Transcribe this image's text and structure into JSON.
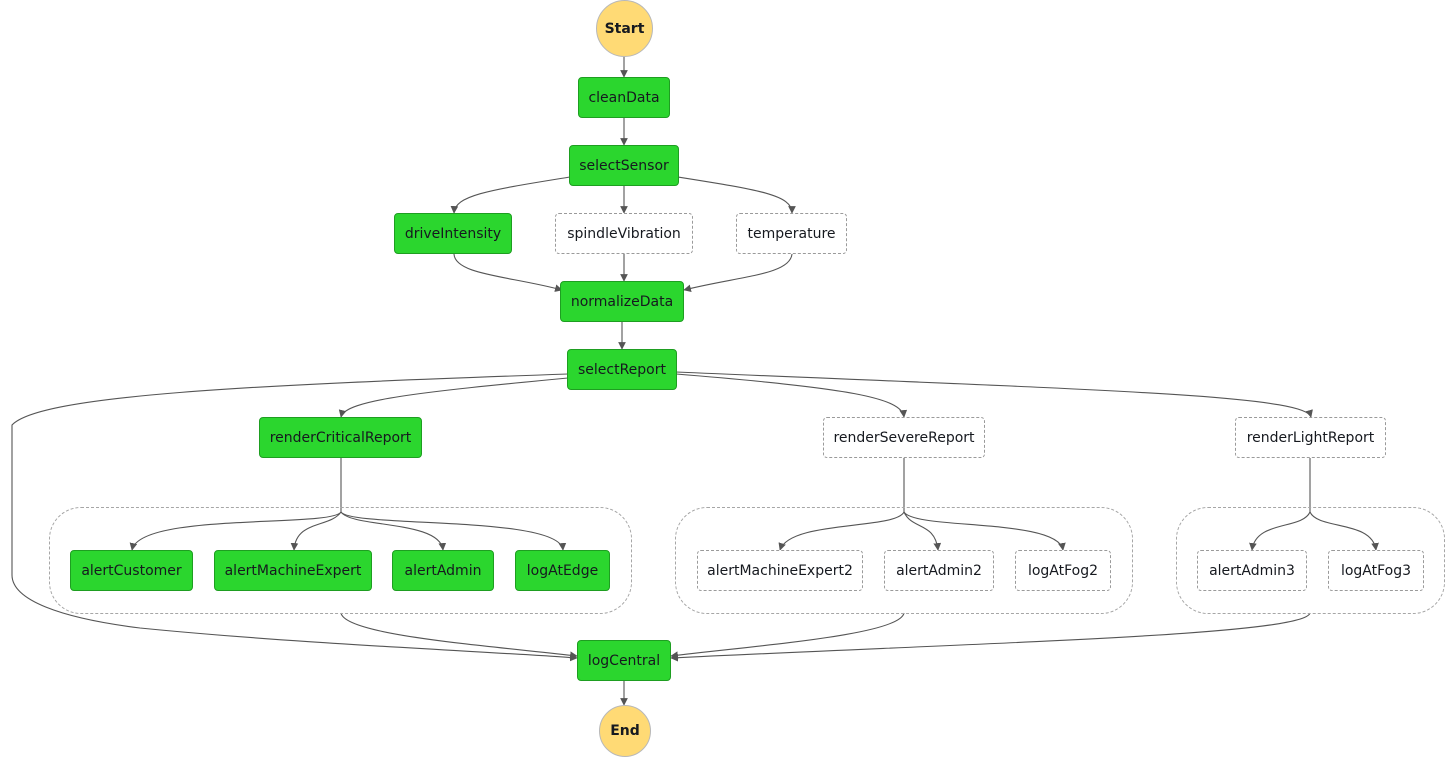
{
  "colors": {
    "succeeded": "#2bd62e",
    "not_executed": "#ffffff",
    "terminal": "#ffda75",
    "edge": "#555555",
    "group_border": "#a6a6a6"
  },
  "nodes": {
    "start": "Start",
    "cleanData": "cleanData",
    "selectSensor": "selectSensor",
    "driveIntensity": "driveIntensity",
    "spindleVibration": "spindleVibration",
    "temperature": "temperature",
    "normalizeData": "normalizeData",
    "selectReport": "selectReport",
    "renderCriticalReport": "renderCriticalReport",
    "renderSevereReport": "renderSevereReport",
    "renderLightReport": "renderLightReport",
    "alertCustomer": "alertCustomer",
    "alertMachineExpert": "alertMachineExpert",
    "alertAdmin": "alertAdmin",
    "logAtEdge": "logAtEdge",
    "alertMachineExpert2": "alertMachineExpert2",
    "alertAdmin2": "alertAdmin2",
    "logAtFog2": "logAtFog2",
    "alertAdmin3": "alertAdmin3",
    "logAtFog3": "logAtFog3",
    "logCentral": "logCentral",
    "end": "End"
  }
}
